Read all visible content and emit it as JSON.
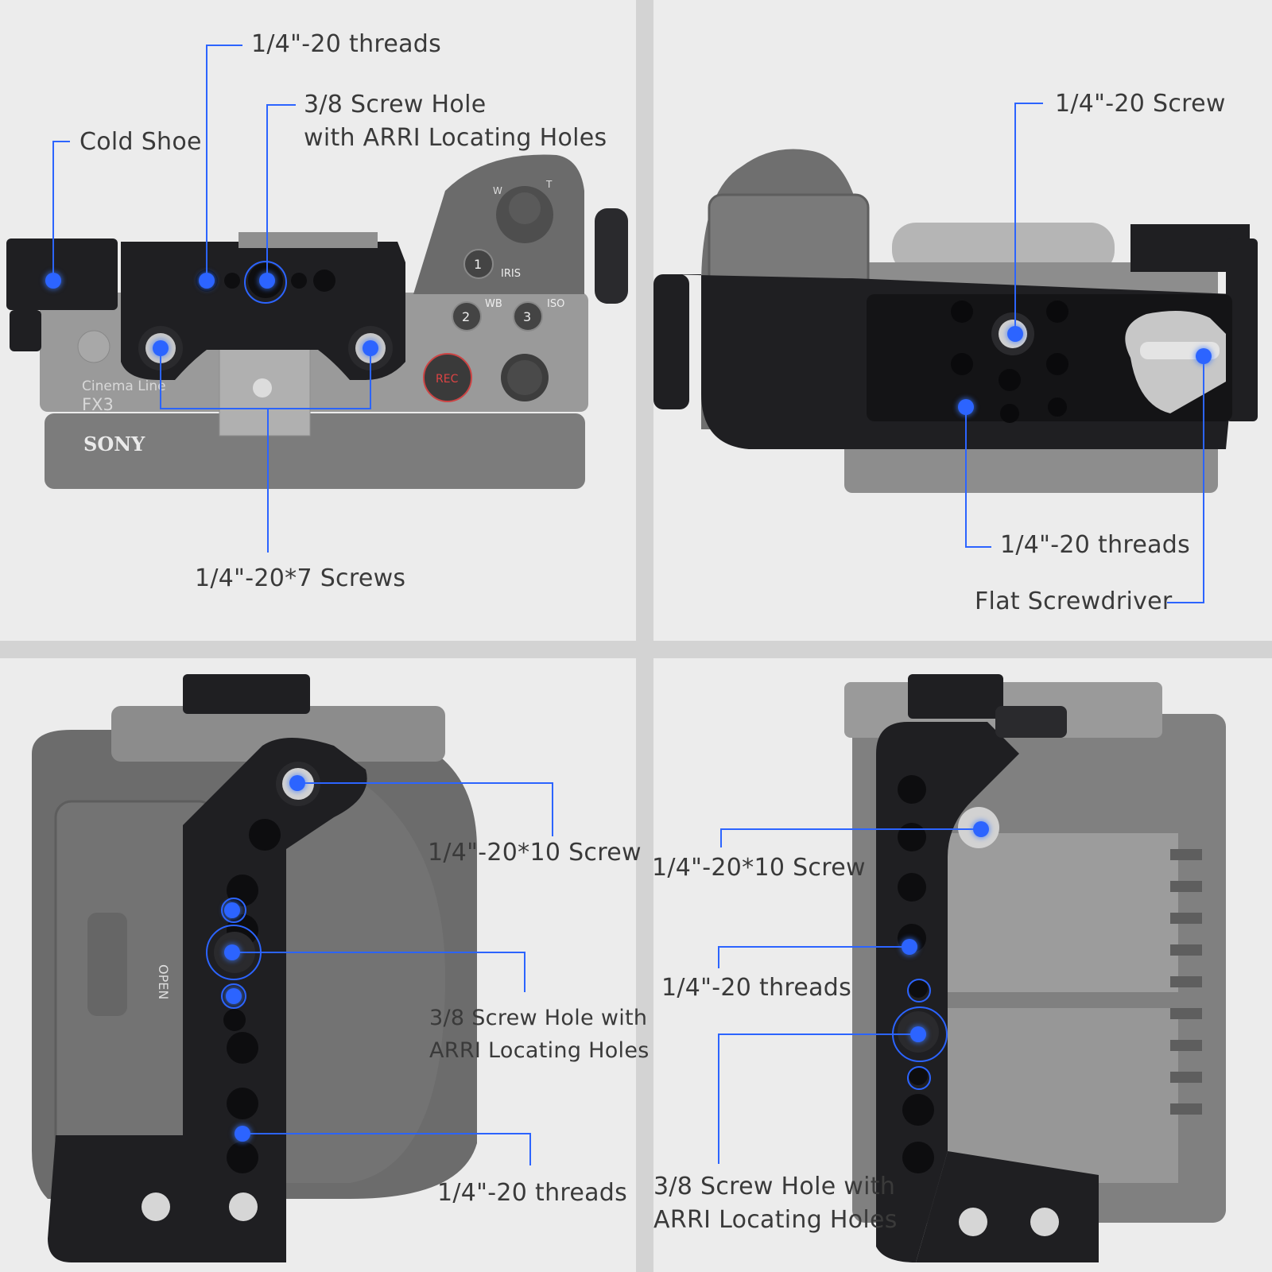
{
  "panel_top_left": {
    "threads_label": "1/4\"-20 threads",
    "screw_hole_line1": "3/8 Screw Hole",
    "screw_hole_line2": "with ARRI Locating Holes",
    "cold_shoe_label": "Cold Shoe",
    "screws_label": "1/4\"-20*7 Screws",
    "camera_brand": "SONY",
    "camera_line": "Cinema Line",
    "camera_model": "FX3",
    "button_iris": "IRIS",
    "button_wb": "WB",
    "button_iso": "ISO",
    "button_rec": "REC",
    "button_1": "1",
    "button_2": "2",
    "button_3": "3",
    "zoom_w": "W",
    "zoom_t": "T"
  },
  "panel_top_right": {
    "screw_label": "1/4\"-20 Screw",
    "threads_label": "1/4\"-20 threads",
    "screwdriver_label": "Flat Screwdriver"
  },
  "panel_bottom_left": {
    "screw_label": "1/4\"-20*10 Screw",
    "screw_hole_line1": "3/8 Screw Hole with",
    "screw_hole_line2": "ARRI Locating Holes",
    "threads_label": "1/4\"-20 threads",
    "door_label": "OPEN"
  },
  "panel_bottom_right": {
    "screw_label": "1/4\"-20*10 Screw",
    "threads_label": "1/4\"-20 threads",
    "screw_hole_line1": "3/8 Screw Hole with",
    "screw_hole_line2": "ARRI Locating Holes"
  },
  "colors": {
    "accent_blue": "#2c64ff",
    "cage_black": "#1f1f22",
    "camera_gray": "#8a8a8a",
    "background": "#ececec"
  }
}
